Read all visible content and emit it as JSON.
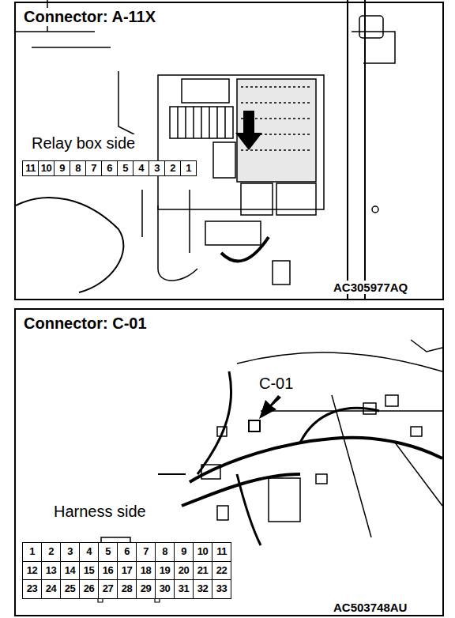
{
  "diagram": {
    "nodes": [
      {
        "text": [
          "Connector: A-11X"
        ]
      },
      {
        "text": [
          "Connector: C-01"
        ]
      }
    ],
    "labels": [
      "Relay box side",
      "11",
      "10",
      "9",
      "8",
      "7",
      "6",
      "5",
      "4",
      "3",
      "2",
      "1",
      "AC305977AQ",
      "C-01",
      "Harness side",
      "1",
      "2",
      "3",
      "4",
      "5",
      "6",
      "7",
      "8",
      "9",
      "10",
      "11",
      "12",
      "13",
      "14",
      "15",
      "16",
      "17",
      "18",
      "19",
      "20",
      "21",
      "22",
      "23",
      "24",
      "25",
      "26",
      "27",
      "28",
      "29",
      "30",
      "31",
      "32",
      "33",
      "AC503748AU"
    ]
  }
}
